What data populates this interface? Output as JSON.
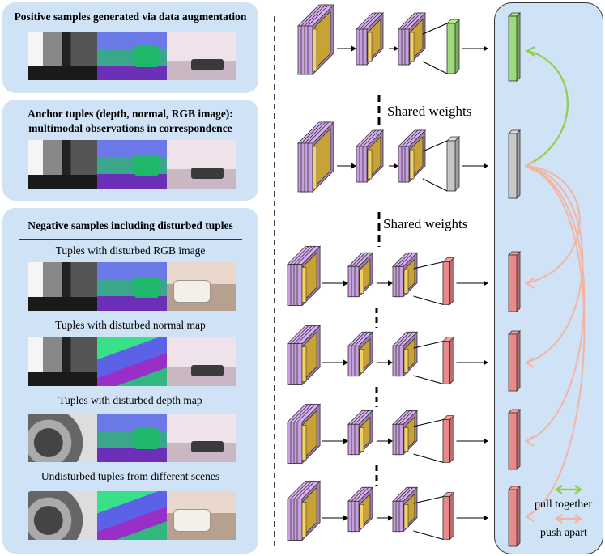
{
  "left": {
    "positive": {
      "title": "Positive samples generated via data augmentation"
    },
    "anchor": {
      "title_line1": "Anchor tuples (depth, normal, RGB image):",
      "title_line2": "multimodal observations in correspondence"
    },
    "negative": {
      "title": "Negative samples including disturbed tuples",
      "subs": [
        "Tuples with disturbed RGB image",
        "Tuples with disturbed normal map",
        "Tuples with disturbed depth map",
        "Undisturbed tuples from different scenes"
      ]
    }
  },
  "network": {
    "shared1": "Shared weights",
    "shared2": "Shared weights"
  },
  "legend": {
    "pull": "pull together",
    "push": "push apart"
  },
  "colors": {
    "panel": "#cfe2f6",
    "purple": "#c8a0e0",
    "gold": "#c9a236",
    "green": "#9ed97a",
    "gray": "#c8c8c8",
    "red": "#e88a8a",
    "pull_arrow": "#8fd04e",
    "push_arrow": "#f3b4a4"
  }
}
